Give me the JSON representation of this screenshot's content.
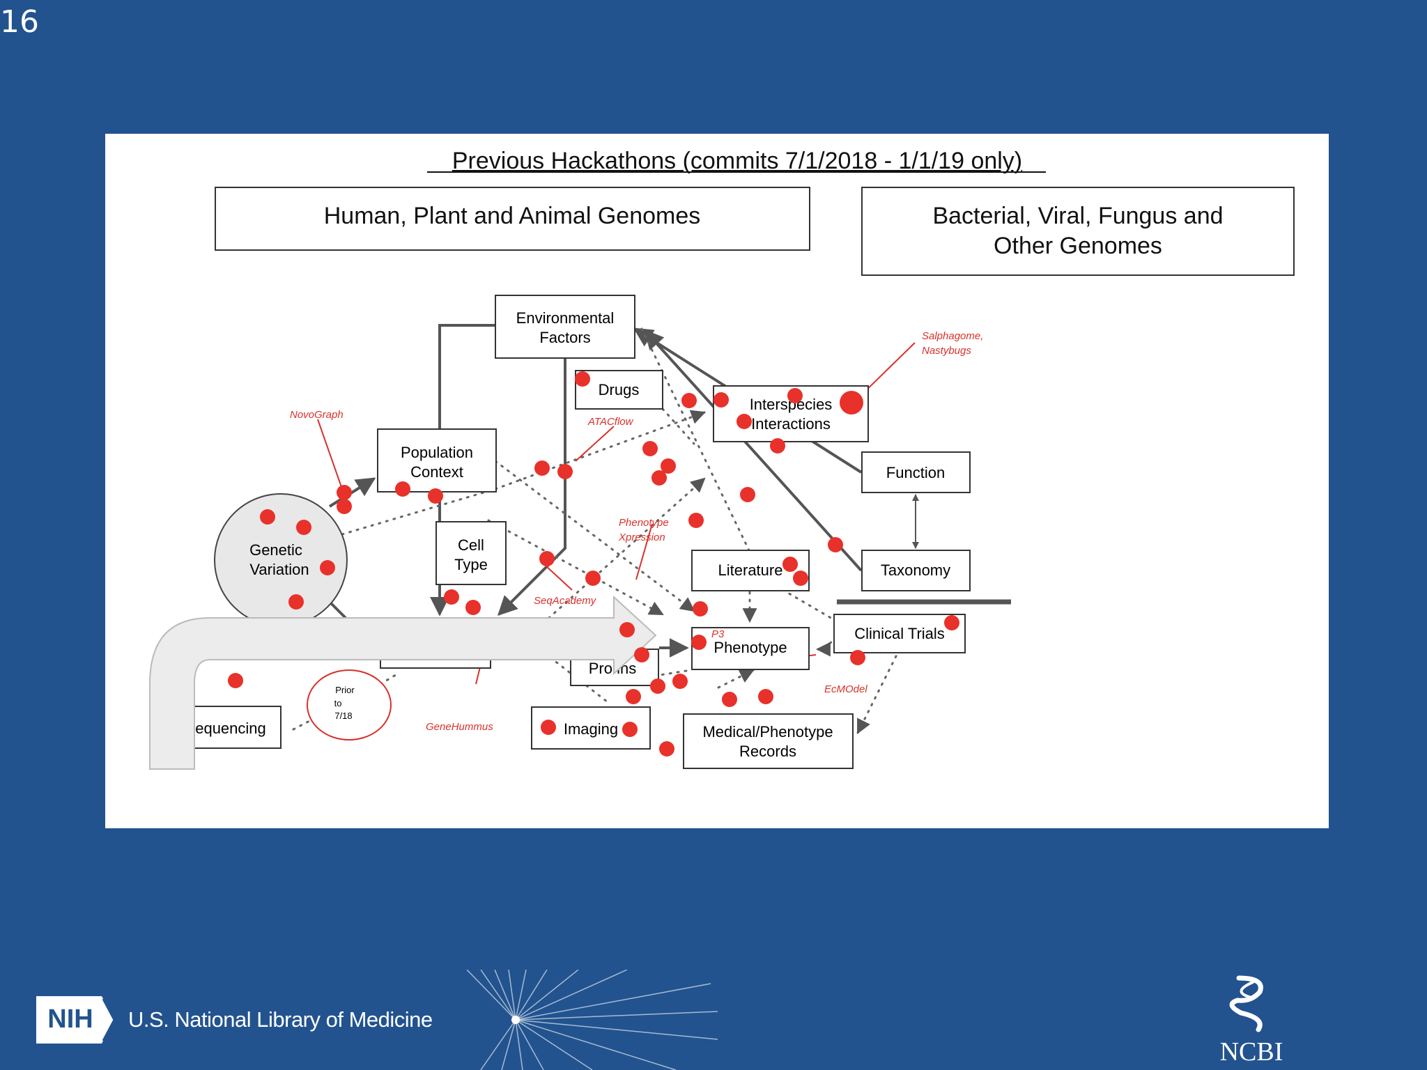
{
  "slide": {
    "number": "16"
  },
  "diagram": {
    "title": "Previous Hackathons (commits 7/1/2018 - 1/1/19 only)",
    "headers": {
      "left": "Human, Plant and Animal Genomes",
      "right_line1": "Bacterial, Viral, Fungus and",
      "right_line2": "Other Genomes"
    },
    "nodes": {
      "environmental_line1": "Environmental",
      "environmental_line2": "Factors",
      "drugs": "Drugs",
      "interspecies_line1": "Interspecies",
      "interspecies_line2": "Interactions",
      "population_line1": "Population",
      "population_line2": "Context",
      "function": "Function",
      "taxonomy": "Taxonomy",
      "genetic_line1": "Genetic",
      "genetic_line2": "Variation",
      "cell_line1": "Cell",
      "cell_line2": "Type",
      "literature": "Literature",
      "clinical_trials": "Clinical Trials",
      "phenotype": "Phenotype",
      "proteins": "Pro ins",
      "sequencing": "equencing",
      "imaging": "Imaging",
      "medical_line1": "Medical/Phenotype",
      "medical_line2": "Records",
      "prior_line1": "Prior",
      "prior_line2": "to",
      "prior_line3": "7/18"
    },
    "project_labels": {
      "novograph": "NovoGraph",
      "atacflow": "ATACflow",
      "salphagome": "Salphagome,",
      "nastybugs": "Nastybugs",
      "phenotype_xpression_1": "Phenotype",
      "phenotype_xpression_2": "Xpression",
      "seqacademy": "SeqAcademy",
      "p3": "P3",
      "ecmodel": "EcMOdel",
      "genehummus": "GeneHummus"
    },
    "colors": {
      "project_dot": "#e8312a",
      "node_border": "#333333",
      "arrow": "#555555"
    }
  },
  "footer": {
    "nih_badge": "NIH",
    "nih_text": "U.S. National Library of Medicine",
    "ncbi_text": "NCBI",
    "background": "#22538f"
  }
}
